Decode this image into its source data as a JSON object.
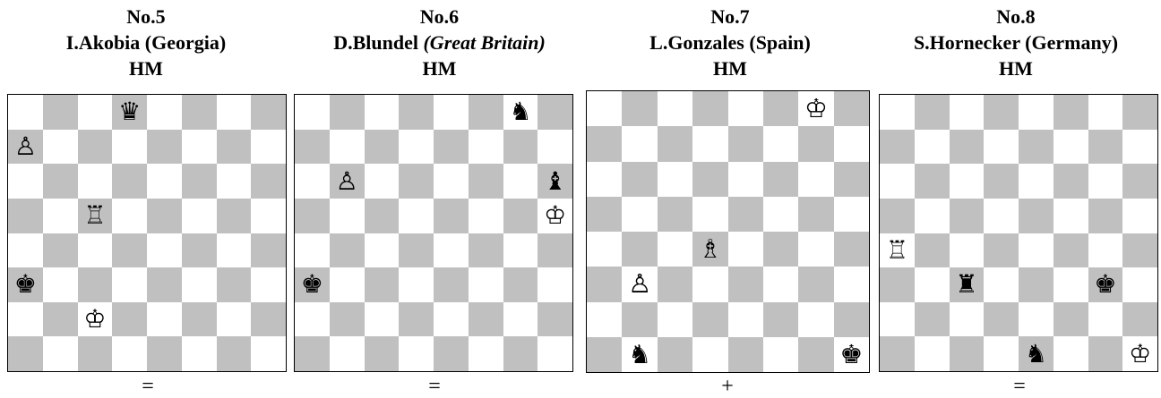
{
  "colors": {
    "light": "#ffffff",
    "dark": "#c0c0c0",
    "border": "#000000"
  },
  "problems": [
    {
      "number": "No.5",
      "author": "I.Akobia (Georgia)",
      "author_italic": "",
      "award": "HM",
      "result": "=",
      "pieces": [
        {
          "square": "d8",
          "piece": "black-queen"
        },
        {
          "square": "a7",
          "piece": "white-pawn"
        },
        {
          "square": "c5",
          "piece": "white-rook"
        },
        {
          "square": "a3",
          "piece": "black-king"
        },
        {
          "square": "c2",
          "piece": "white-king"
        }
      ]
    },
    {
      "number": "No.6",
      "author": "D.Blundel ",
      "author_italic": "(Great Britain)",
      "award": "HM",
      "result": "=",
      "pieces": [
        {
          "square": "g8",
          "piece": "black-knight"
        },
        {
          "square": "b6",
          "piece": "white-pawn"
        },
        {
          "square": "h6",
          "piece": "black-bishop"
        },
        {
          "square": "h5",
          "piece": "white-king"
        },
        {
          "square": "a3",
          "piece": "black-king"
        }
      ]
    },
    {
      "number": "No.7",
      "author": "L.Gonzales (Spain)",
      "author_italic": "",
      "award": "HM",
      "result": "+",
      "pieces": [
        {
          "square": "g8",
          "piece": "white-king"
        },
        {
          "square": "d4",
          "piece": "white-bishop"
        },
        {
          "square": "b3",
          "piece": "white-pawn"
        },
        {
          "square": "b1",
          "piece": "black-knight"
        },
        {
          "square": "h1",
          "piece": "black-king"
        }
      ]
    },
    {
      "number": "No.8",
      "author": "S.Hornecker (Germany)",
      "author_italic": "",
      "award": "HM",
      "result": "=",
      "pieces": [
        {
          "square": "a4",
          "piece": "white-rook"
        },
        {
          "square": "c3",
          "piece": "black-rook"
        },
        {
          "square": "g3",
          "piece": "black-king"
        },
        {
          "square": "e1",
          "piece": "black-knight"
        },
        {
          "square": "h1",
          "piece": "white-king"
        }
      ]
    }
  ]
}
